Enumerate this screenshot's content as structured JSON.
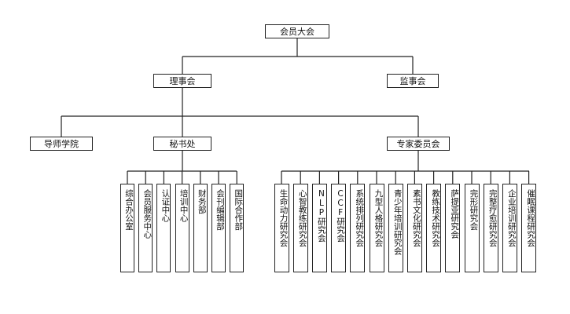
{
  "root": "会员大会",
  "level2": {
    "left": "理事会",
    "right": "监事会"
  },
  "level3": {
    "a": "导师学院",
    "b": "秘书处",
    "c": "专家委员会"
  },
  "secretariat_units": [
    "综合办公室",
    "会员服务中心",
    "认证中心",
    "培训中心",
    "财务部",
    "会刊编辑部",
    "国际合作部"
  ],
  "expert_units": [
    "生命动力研究会",
    "心智教练研究会",
    "NLP研究会",
    "CCF研究会",
    "系统排列研究会",
    "九型人格研究会",
    "青少年培训研究会",
    "素书文化研究会",
    "教练技术研究会",
    "萨提亚研究会",
    "完形研究会",
    "完整疗愈研究会",
    "企业培训研究会",
    "催眠课程研究会"
  ]
}
